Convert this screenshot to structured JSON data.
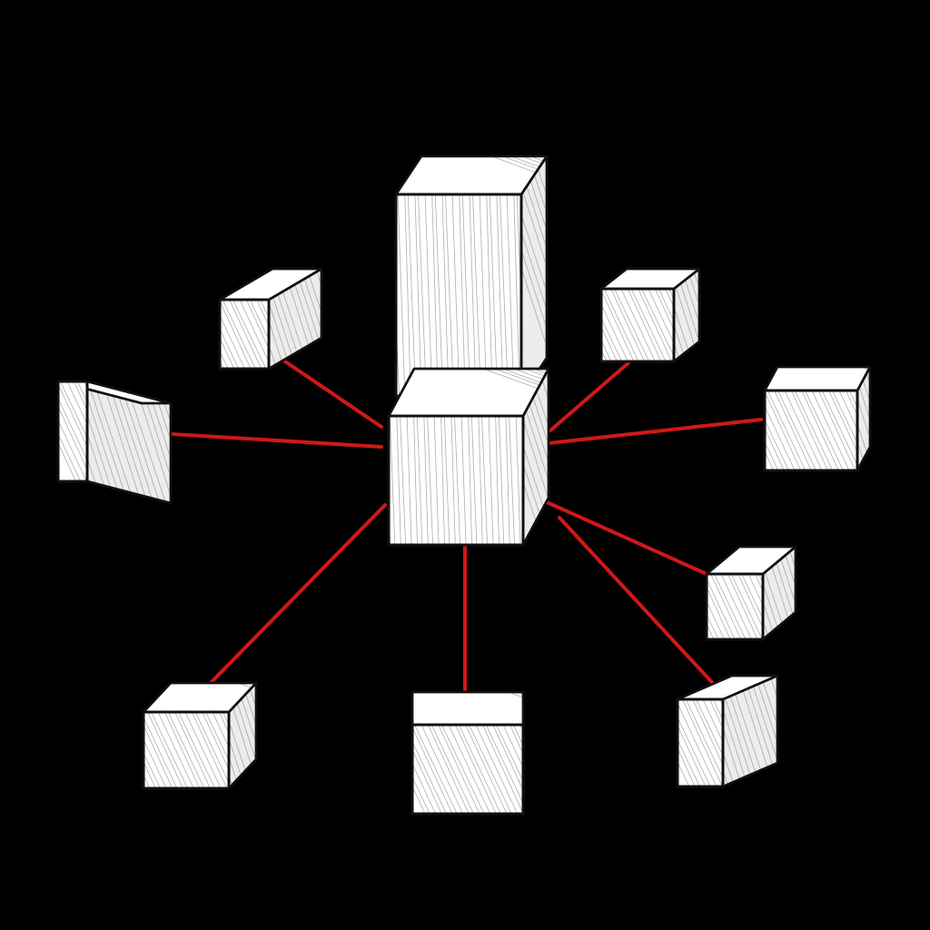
{
  "colors": {
    "background": "#000000",
    "cube_fill": "#ffffff",
    "cube_shade": "#ececec",
    "outline": "#111111",
    "hatch": "#8c8c8c",
    "connector": "#d01818"
  },
  "illustration": {
    "hub_count": 1,
    "peripheral_count": 8,
    "connector_count": 8,
    "elements": [
      {
        "name": "tall-block",
        "kind": "tall-block"
      },
      {
        "name": "hub-cube",
        "kind": "hub"
      },
      {
        "name": "cube-upper-left",
        "kind": "peripheral"
      },
      {
        "name": "cube-left",
        "kind": "peripheral"
      },
      {
        "name": "cube-upper-right",
        "kind": "peripheral"
      },
      {
        "name": "cube-right",
        "kind": "peripheral"
      },
      {
        "name": "cube-mid-right",
        "kind": "peripheral"
      },
      {
        "name": "cube-lower-right",
        "kind": "peripheral"
      },
      {
        "name": "cube-bottom-center",
        "kind": "peripheral"
      },
      {
        "name": "cube-bottom-left",
        "kind": "peripheral"
      }
    ]
  }
}
